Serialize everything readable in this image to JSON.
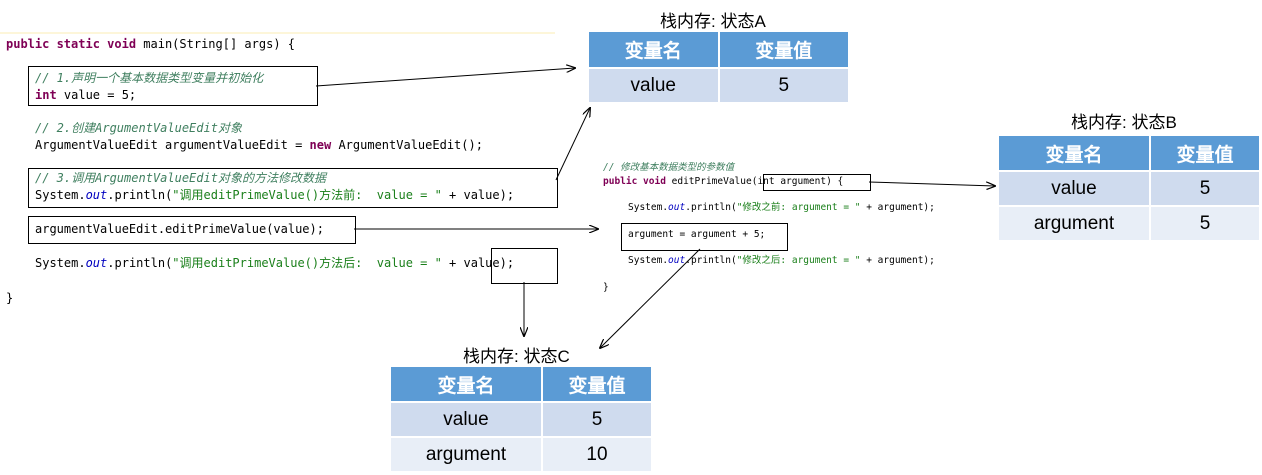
{
  "main_code": {
    "signature_kw": "public static void",
    "signature_rest": " main(String[] args) {",
    "comment1": "// 1.声明一个基本数据类型变量并初始化",
    "line_int_kw": "int",
    "line_int_rest": " value = 5;",
    "comment2": "// 2.创建ArgumentValueEdit对象",
    "line_new_a": "ArgumentValueEdit argumentValueEdit = ",
    "line_new_kw": "new",
    "line_new_b": " ArgumentValueEdit();",
    "comment3": "// 3.调用ArgumentValueEdit对象的方法修改数据",
    "print_a": "System.",
    "print_out": "out",
    "print_b": ".println(",
    "print_before_str": "\"调用editPrimeValue()方法前:  value = \"",
    "print_c": " + value);",
    "call_line": "argumentValueEdit.editPrimeValue(value);",
    "print_after_str": "\"调用editPrimeValue()方法后:  value = \"",
    "print_after_plus": " + ",
    "print_after_value": "value);",
    "closing": "}"
  },
  "method_code": {
    "comment": "// 修改基本数据类型的参数值",
    "sig_kw": "public void",
    "sig_name": " editPrimeValue(",
    "param": "int argument",
    "sig_end": ") {",
    "print1_a": "System.",
    "print1_out": "out",
    "print1_b": ".println(",
    "print1_str": "\"修改之前: argument = \"",
    "print1_c": " + argument);",
    "assign": "argument = argument + 5;",
    "print2_str": "\"修改之后: argument = \"",
    "closing": "}"
  },
  "tables": {
    "a": {
      "title": "栈内存: 状态A",
      "header_name": "变量名",
      "header_value": "变量值",
      "rows": [
        {
          "name": "value",
          "value": "5"
        }
      ]
    },
    "b": {
      "title": "栈内存: 状态B",
      "header_name": "变量名",
      "header_value": "变量值",
      "rows": [
        {
          "name": "value",
          "value": "5"
        },
        {
          "name": "argument",
          "value": "5"
        }
      ]
    },
    "c": {
      "title": "栈内存: 状态C",
      "header_name": "变量名",
      "header_value": "变量值",
      "rows": [
        {
          "name": "value",
          "value": "5"
        },
        {
          "name": "argument",
          "value": "10"
        }
      ]
    }
  },
  "colors": {
    "header_blue": "#5b9bd5",
    "row_dark": "#cfdbee",
    "row_light": "#e8eef7"
  }
}
